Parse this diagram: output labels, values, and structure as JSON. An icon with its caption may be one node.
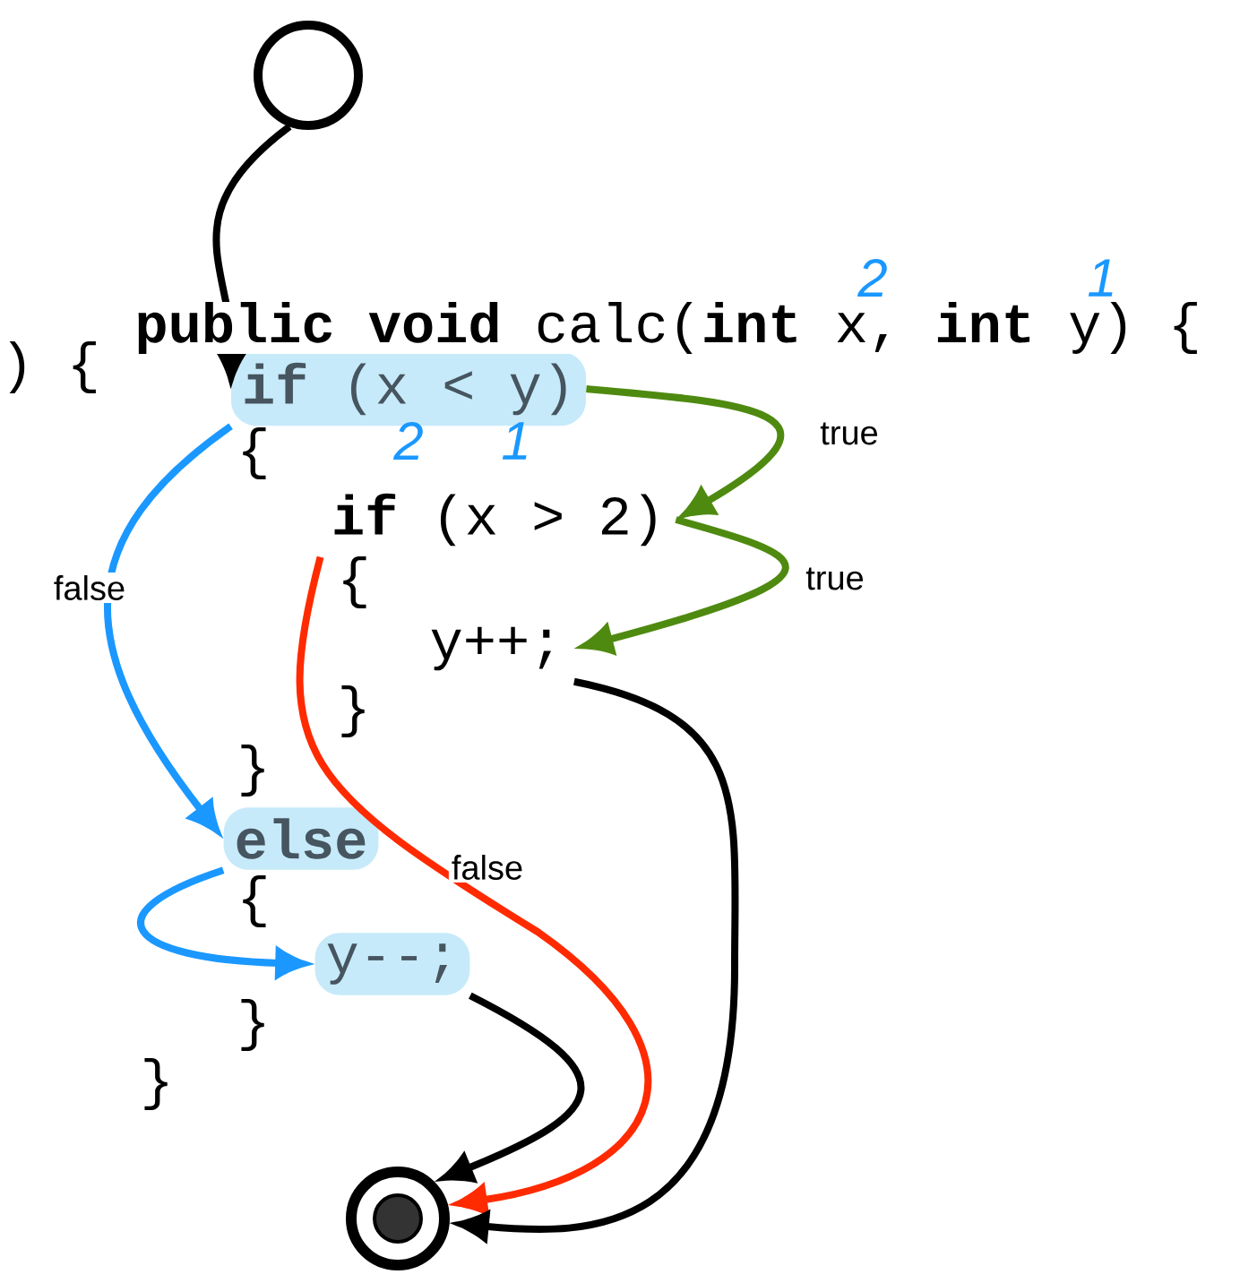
{
  "diagram": {
    "nodes": [
      {
        "text": [],
        "shape": "circle"
      },
      {
        "text": [
          "**if** (x < y)"
        ]
      },
      {
        "text": [
          "**if** (x > 2)"
        ]
      },
      {
        "text": [
          "y++;"
        ]
      },
      {
        "text": [
          "else"
        ]
      },
      {
        "text": [
          "y--;"
        ]
      },
      {
        "text": [],
        "shape": "circle"
      }
    ],
    "edges": [
      {
        "from": 0,
        "to": 1,
        "arrow": "to"
      },
      {
        "from": 1,
        "to": 2,
        "arrow": "to",
        "label": "true",
        "color": "#4f8a10"
      },
      {
        "from": 2,
        "to": 3,
        "arrow": "to",
        "label": "true",
        "color": "#4f8a10"
      },
      {
        "from": 1,
        "to": 4,
        "arrow": "to",
        "label": "false",
        "color": "#1a98ff"
      },
      {
        "from": 4,
        "to": 5,
        "arrow": "to",
        "color": "#1a98ff"
      },
      {
        "from": 2,
        "to": 6,
        "arrow": "to",
        "label": "false",
        "color": "#ff2a00"
      },
      {
        "from": 3,
        "to": 6,
        "arrow": "to"
      },
      {
        "from": 5,
        "to": 6,
        "arrow": "to"
      }
    ],
    "labels": [
      "2",
      "1",
      "**public void** calc(**int** x, **int** y) {",
      ") {",
      "{",
      "2",
      "1",
      "{",
      "}",
      "}",
      "{",
      "}",
      "}"
    ]
  }
}
